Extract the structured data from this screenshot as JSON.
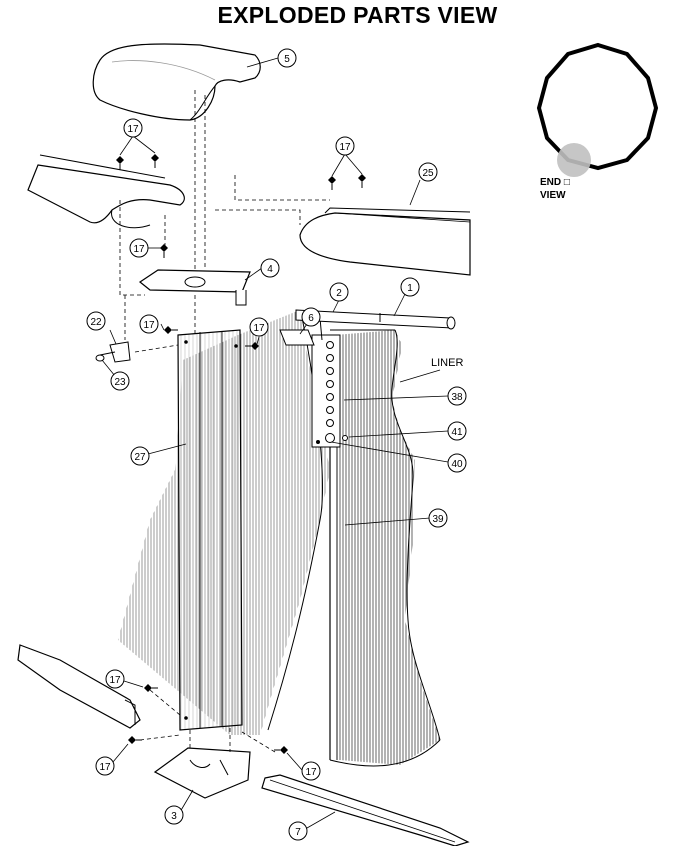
{
  "title": "EXPLODED PARTS VIEW",
  "end_view": {
    "line1": "END □",
    "line2": "VIEW"
  },
  "liner_label": "LINER",
  "callouts": [
    "5",
    "17",
    "17",
    "25",
    "17",
    "4",
    "2",
    "1",
    "22",
    "17",
    "17",
    "6",
    "23",
    "38",
    "41",
    "27",
    "40",
    "39",
    "17",
    "17",
    "17",
    "3",
    "7"
  ],
  "colors": {
    "line": "#000000",
    "highlight": "#c0c0c0",
    "fill": "#ffffff",
    "hatch": "#777777"
  }
}
